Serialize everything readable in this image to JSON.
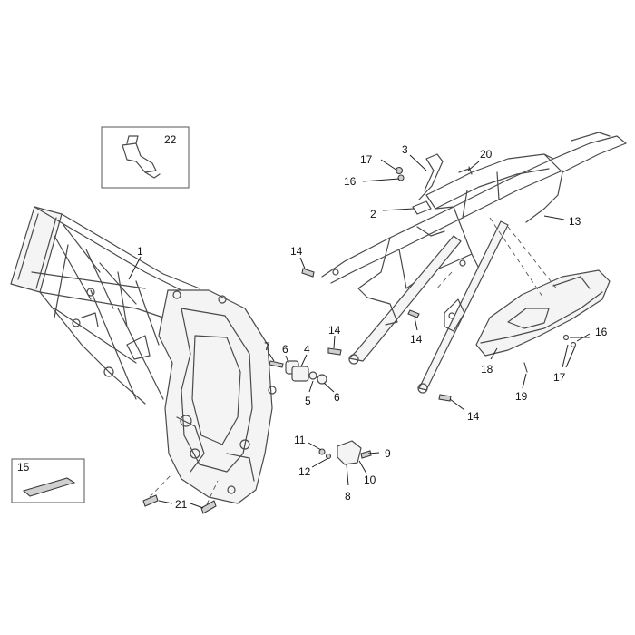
{
  "callouts": {
    "c1": "1",
    "c2": "2",
    "c3": "3",
    "c4": "4",
    "c5": "5",
    "c6a": "6",
    "c6b": "6",
    "c7": "7",
    "c8": "8",
    "c9": "9",
    "c10": "10",
    "c11": "11",
    "c12": "12",
    "c13": "13",
    "c14a": "14",
    "c14b": "14",
    "c14c": "14",
    "c14d": "14",
    "c15": "15",
    "c16a": "16",
    "c16b": "16",
    "c17a": "17",
    "c17b": "17",
    "c18": "18",
    "c19": "19",
    "c20": "20",
    "c21": "21",
    "c22": "22"
  },
  "colors": {
    "line": "#4a4a4a",
    "text": "#111111",
    "background": "#ffffff"
  }
}
